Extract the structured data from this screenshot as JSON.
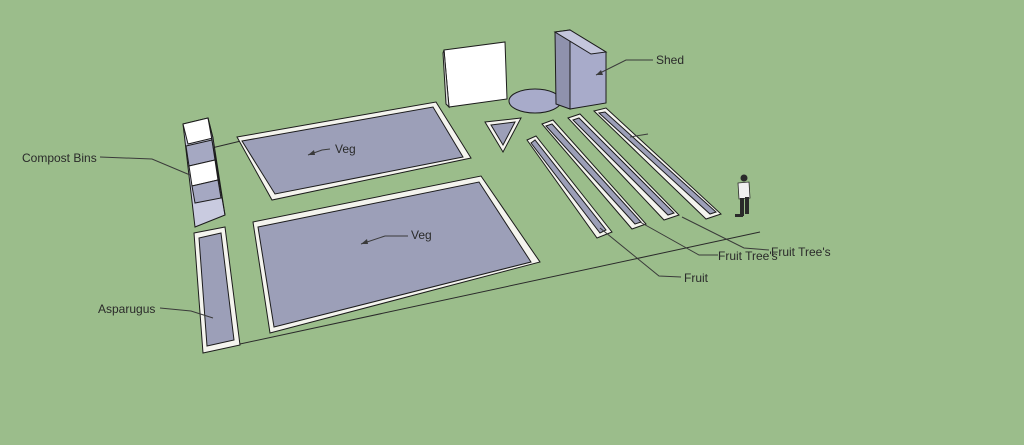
{
  "labels": {
    "compost_bins": "Compost Bins",
    "asparugus": "Asparugus",
    "veg_top": "Veg",
    "veg_bottom": "Veg",
    "shed": "Shed",
    "fruit": "Fruit",
    "fruit_trees_1": "Fruit Tree's",
    "fruit_trees_2": "Fruit Tree's"
  },
  "colors": {
    "ground": "#9bbd8b",
    "bed_fill": "#9c9fb8",
    "bed_rim": "#f4f4ee",
    "edge": "#1c1c1c",
    "shed_front": "#a8abca",
    "shed_side": "#9598b4"
  }
}
